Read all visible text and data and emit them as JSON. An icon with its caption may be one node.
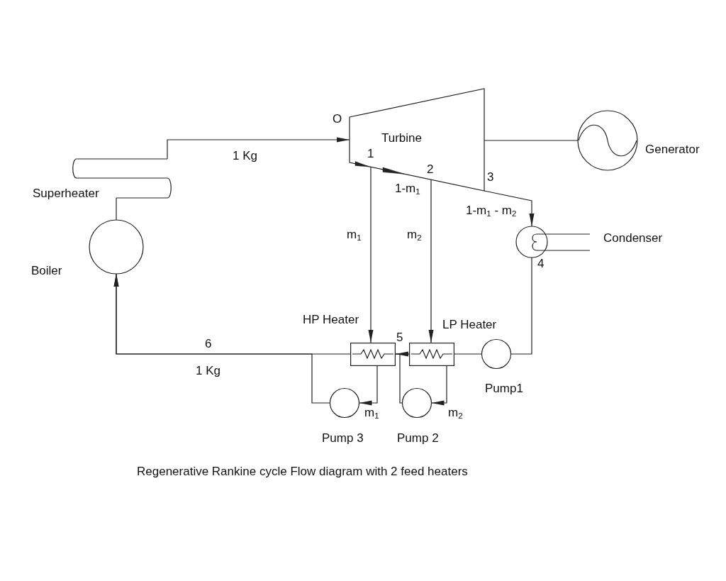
{
  "diagram": {
    "caption": "Regenerative Rankine cycle Flow diagram with 2 feed heaters",
    "nodes": [
      {
        "text": [],
        "shape": "coil",
        "beside": [
          "Superheater"
        ]
      },
      {
        "text": [],
        "shape": "circle",
        "beside": [
          "Boiler"
        ]
      },
      {
        "text": [
          "Turbine"
        ],
        "beside": [
          "O"
        ]
      },
      {
        "text": [],
        "shape": "circle",
        "beside": [
          "Generator"
        ]
      },
      {
        "text": [],
        "shape": "circle",
        "beside": [
          "Condenser"
        ]
      },
      {
        "text": [],
        "shape": "box",
        "beside": [
          "HP Heater"
        ]
      },
      {
        "text": [],
        "shape": "box",
        "beside": [
          "LP Heater"
        ]
      },
      {
        "text": [],
        "shape": "circle",
        "beside": [
          "Pump1"
        ]
      },
      {
        "text": [],
        "shape": "circle",
        "beside": [
          "Pump 3"
        ]
      },
      {
        "text": [],
        "shape": "circle",
        "beside": [
          "Pump 2"
        ]
      }
    ],
    "edges": [
      {
        "from": 1,
        "to": 0,
        "arrow": "none"
      },
      {
        "from": 0,
        "to": 2,
        "arrow": "to",
        "label": "1 Kg"
      },
      {
        "from": 2,
        "to": 3,
        "arrow": "none"
      },
      {
        "from": 2,
        "to": 5,
        "arrow": "to",
        "label": "m$_{1}$"
      },
      {
        "from": 2,
        "to": 6,
        "arrow": "to",
        "label": "m$_{2}$"
      },
      {
        "from": 2,
        "to": 4,
        "arrow": "to",
        "label": "1-m$_{1}$ - m$_{2}$"
      },
      {
        "from": 4,
        "to": 7,
        "arrow": "none"
      },
      {
        "from": 7,
        "to": 6,
        "arrow": "none"
      },
      {
        "from": 6,
        "to": 5,
        "arrow": "none"
      },
      {
        "from": 5,
        "to": 1,
        "arrow": "to",
        "label": "1 Kg"
      },
      {
        "from": 5,
        "to": 8,
        "arrow": "to",
        "label": "m$_{1}$"
      },
      {
        "from": 8,
        "to": 1,
        "arrow": "to"
      },
      {
        "from": 6,
        "to": 9,
        "arrow": "to",
        "label": "m$_{2}$"
      },
      {
        "from": 9,
        "to": 5,
        "arrow": "to"
      }
    ],
    "labels": [
      "1",
      "2",
      "1-m$_{1}$",
      "3",
      "4",
      "5",
      "6"
    ]
  }
}
